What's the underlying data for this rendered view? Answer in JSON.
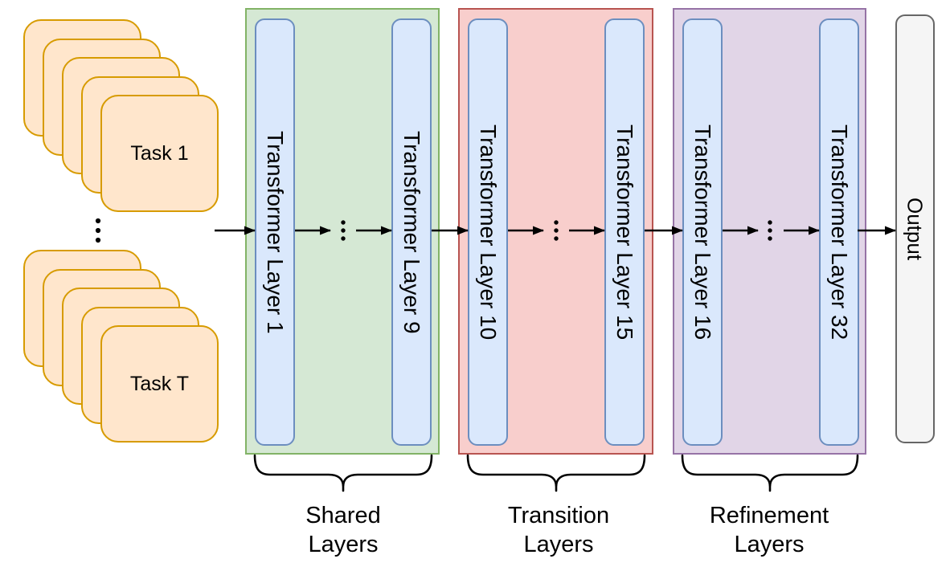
{
  "figure": {
    "inputs": {
      "stacks": [
        {
          "label": "Task 1"
        },
        {
          "label": "Task T"
        }
      ],
      "ellipsis": "⋮",
      "card_fill": "#ffe6cc",
      "card_border": "#d79b00"
    },
    "groups": [
      {
        "caption_lines": [
          "Shared",
          "Layers"
        ],
        "layers": [
          "Transformer Layer 1",
          "Transformer Layer 9"
        ],
        "fill": "#d5e8d4",
        "border": "#82b366"
      },
      {
        "caption_lines": [
          "Transition",
          "Layers"
        ],
        "layers": [
          "Transformer Layer 10",
          "Transformer Layer 15"
        ],
        "fill": "#f8cecc",
        "border": "#b85450"
      },
      {
        "caption_lines": [
          "Refinement",
          "Layers"
        ],
        "layers": [
          "Transformer Layer 16",
          "Transformer Layer 32"
        ],
        "fill": "#e1d5e7",
        "border": "#9673a6"
      }
    ],
    "layer_block": {
      "fill": "#dae8fc",
      "border": "#6c8ebf",
      "ellipsis": "⋮"
    },
    "output": {
      "label": "Output",
      "fill": "#f5f5f5",
      "border": "#666666"
    },
    "arrow_color": "#000000"
  }
}
